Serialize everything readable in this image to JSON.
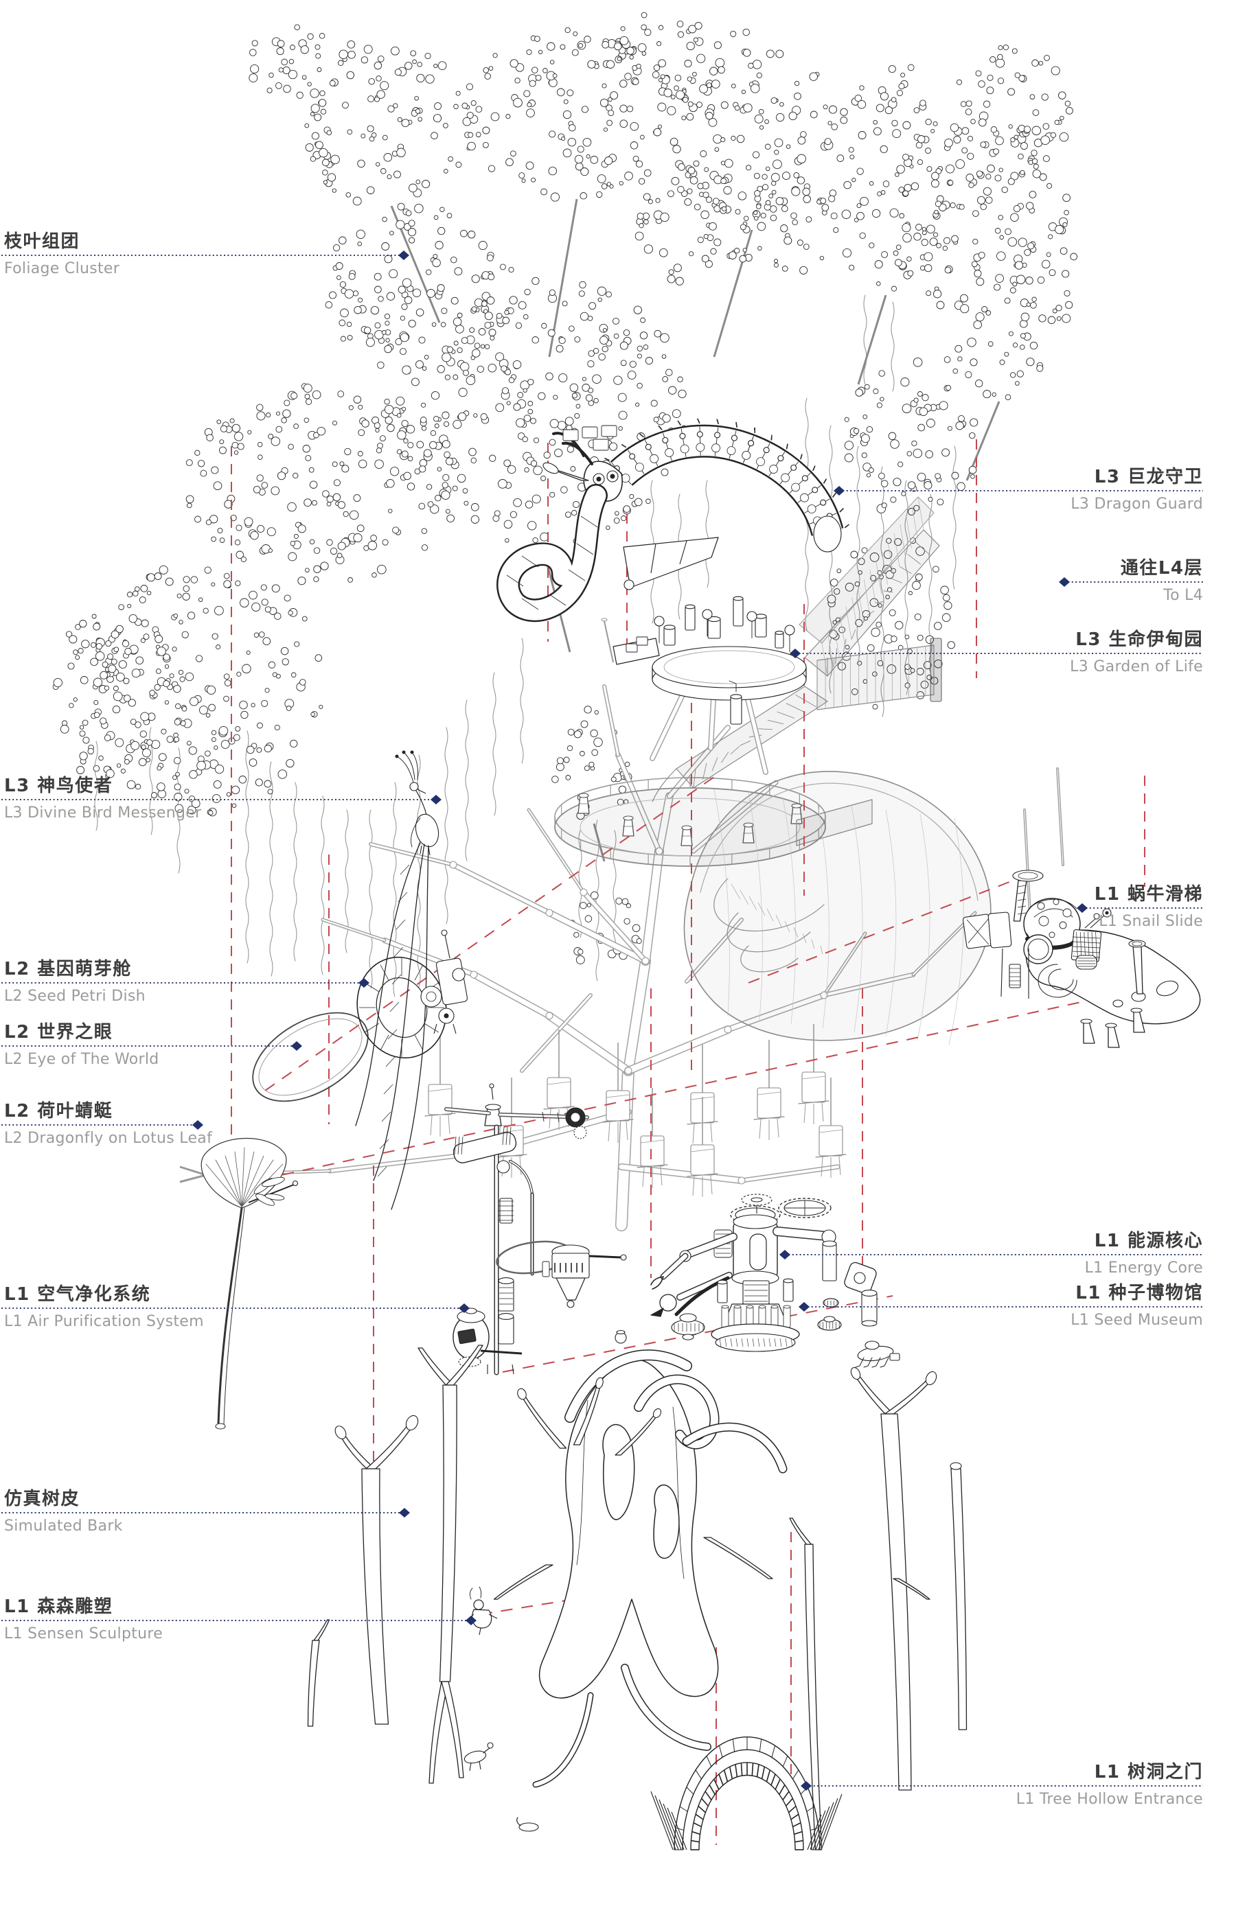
{
  "diagram": {
    "kind": "exploded-axonometric-diagram",
    "colors": {
      "background": "#ffffff",
      "ink": "#242424",
      "structure_gray": "#a3a3a3",
      "leader_navy": "#2e3a72",
      "marker_navy": "#22306b",
      "guide_red": "#c2494f",
      "label_cn": "#3d3d3d",
      "label_en": "#9b9b9b"
    },
    "marker_icon": "diamond-marker",
    "leader_style": "dotted",
    "guide_style": "dashed"
  },
  "labels": {
    "left": [
      {
        "id": "foliage-cluster",
        "cn": "枝叶组团",
        "en": "Foliage Cluster"
      },
      {
        "id": "divine-bird-messenger",
        "cn": "L3 神鸟使者",
        "en": "L3 Divine Bird Messenger"
      },
      {
        "id": "seed-petri-dish",
        "cn": "L2 基因萌芽舱",
        "en": "L2 Seed Petri Dish"
      },
      {
        "id": "eye-of-the-world",
        "cn": "L2 世界之眼",
        "en": "L2 Eye of The World"
      },
      {
        "id": "dragonfly-on-lotus",
        "cn": "L2 荷叶蜻蜓",
        "en": "L2 Dragonfly on Lotus Leaf"
      },
      {
        "id": "air-purification",
        "cn": "L1 空气净化系统",
        "en": "L1 Air Purification System"
      },
      {
        "id": "simulated-bark",
        "cn": "仿真树皮",
        "en": "Simulated Bark"
      },
      {
        "id": "sensen-sculpture",
        "cn": "L1 森森雕塑",
        "en": "L1 Sensen Sculpture"
      }
    ],
    "right": [
      {
        "id": "dragon-guard",
        "cn": "L3 巨龙守卫",
        "en": "L3 Dragon Guard"
      },
      {
        "id": "to-l4",
        "cn": "通往L4层",
        "en": "To L4"
      },
      {
        "id": "garden-of-life",
        "cn": "L3 生命伊甸园",
        "en": "L3 Garden of Life"
      },
      {
        "id": "snail-slide",
        "cn": "L1 蜗牛滑梯",
        "en": "L1 Snail Slide"
      },
      {
        "id": "energy-core",
        "cn": "L1 能源核心",
        "en": "L1 Energy Core"
      },
      {
        "id": "seed-museum",
        "cn": "L1 种子博物馆",
        "en": "L1 Seed Museum"
      },
      {
        "id": "tree-hollow-entrance",
        "cn": "L1 树洞之门",
        "en": "L1 Tree Hollow Entrance"
      }
    ]
  }
}
